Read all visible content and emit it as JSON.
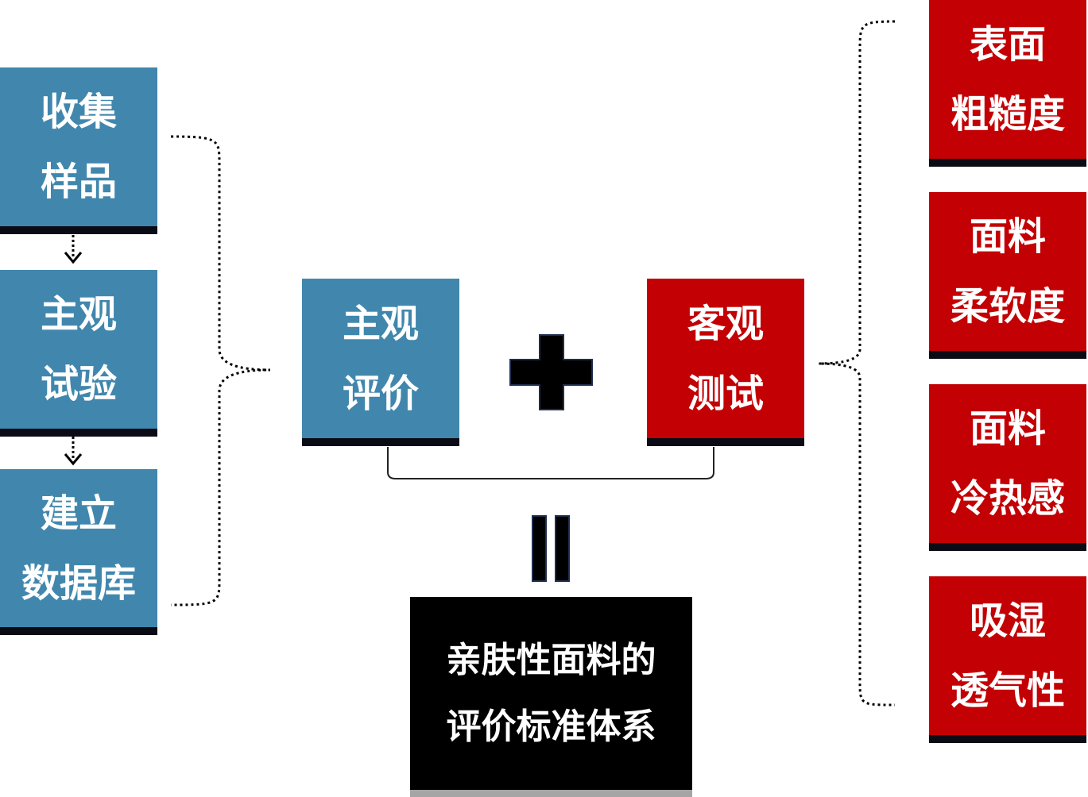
{
  "left_steps": [
    {
      "line1": "收集",
      "line2": "样品"
    },
    {
      "line1": "主观",
      "line2": "试验"
    },
    {
      "line1": "建立",
      "line2": "数据库"
    }
  ],
  "center": {
    "subjective": {
      "line1": "主观",
      "line2": "评价"
    },
    "objective": {
      "line1": "客观",
      "line2": "测试"
    },
    "result": {
      "line1": "亲肤性面料的",
      "line2": "评价标准体系"
    }
  },
  "right_tests": [
    {
      "line1": "表面",
      "line2": "粗糙度"
    },
    {
      "line1": "面料",
      "line2": "柔软度"
    },
    {
      "line1": "面料",
      "line2": "冷热感"
    },
    {
      "line1": "吸湿",
      "line2": "透气性"
    }
  ],
  "colors": {
    "blue": "#4187ad",
    "red": "#c30004",
    "black": "#000000",
    "plus": "#000000",
    "plus_border": "#1f2d4f"
  }
}
